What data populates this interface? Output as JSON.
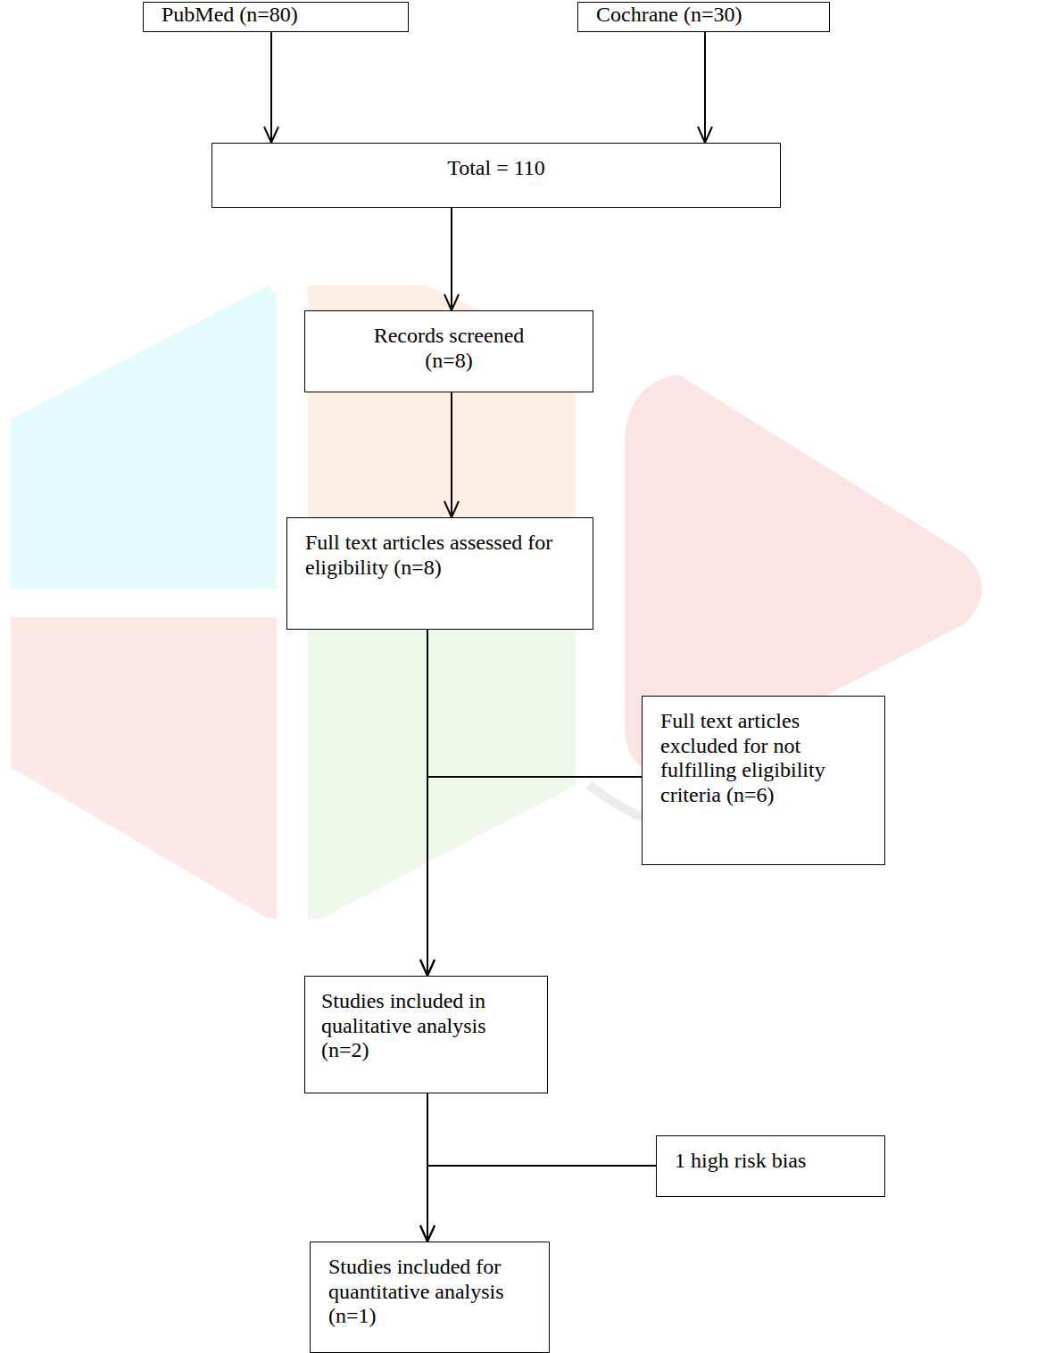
{
  "diagram": {
    "nodes": [
      {
        "text": [
          "PubMed (n=80)"
        ]
      },
      {
        "text": [
          "Cochrane (n=30)"
        ]
      },
      {
        "text": [
          "Total = 110"
        ]
      },
      {
        "text": [
          "Records screened (n=8)"
        ]
      },
      {
        "text": [
          "Full text articles assessed for eligibility (n=8)"
        ]
      },
      {
        "text": [
          "Full text articles excluded for not fulfilling eligibility criteria (n=6)"
        ]
      },
      {
        "text": [
          "Studies included in qualitative analysis (n=2)"
        ]
      },
      {
        "text": [
          "1 high risk bias"
        ]
      },
      {
        "text": [
          "Studies included for quantitative analysis (n=1)"
        ]
      }
    ],
    "edges": [
      {
        "from": 0,
        "to": 2,
        "arrow": "to"
      },
      {
        "from": 1,
        "to": 2,
        "arrow": "to"
      },
      {
        "from": 2,
        "to": 3,
        "arrow": "to"
      },
      {
        "from": 3,
        "to": 4,
        "arrow": "to"
      },
      {
        "from": 4,
        "to": 6,
        "arrow": "to"
      },
      {
        "from": 5,
        "to": 6,
        "arrow": "to"
      },
      {
        "from": 6,
        "to": 8,
        "arrow": "to"
      },
      {
        "from": 7,
        "to": 8,
        "arrow": "to"
      }
    ]
  }
}
